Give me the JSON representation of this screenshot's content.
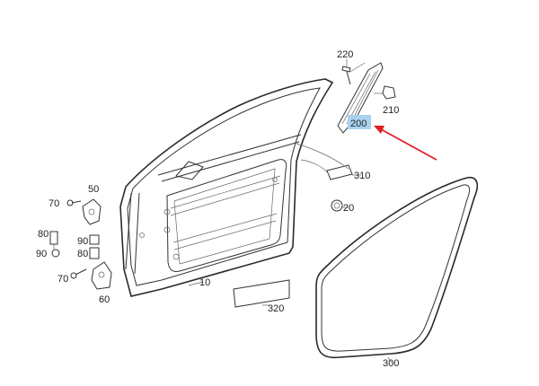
{
  "parts": {
    "p10": "10",
    "p20": "20",
    "p50": "50",
    "p60": "60",
    "p70_top": "70",
    "p70_bottom": "70",
    "p80_top": "80",
    "p80_bottom": "80",
    "p90_left": "90",
    "p90_right": "90",
    "p200": "200",
    "p210": "210",
    "p220": "220",
    "p300": "300",
    "p310": "310",
    "p320": "320"
  },
  "colors": {
    "highlight": "#a9d2ef",
    "arrow": "#e31e24",
    "line": "#333333"
  }
}
